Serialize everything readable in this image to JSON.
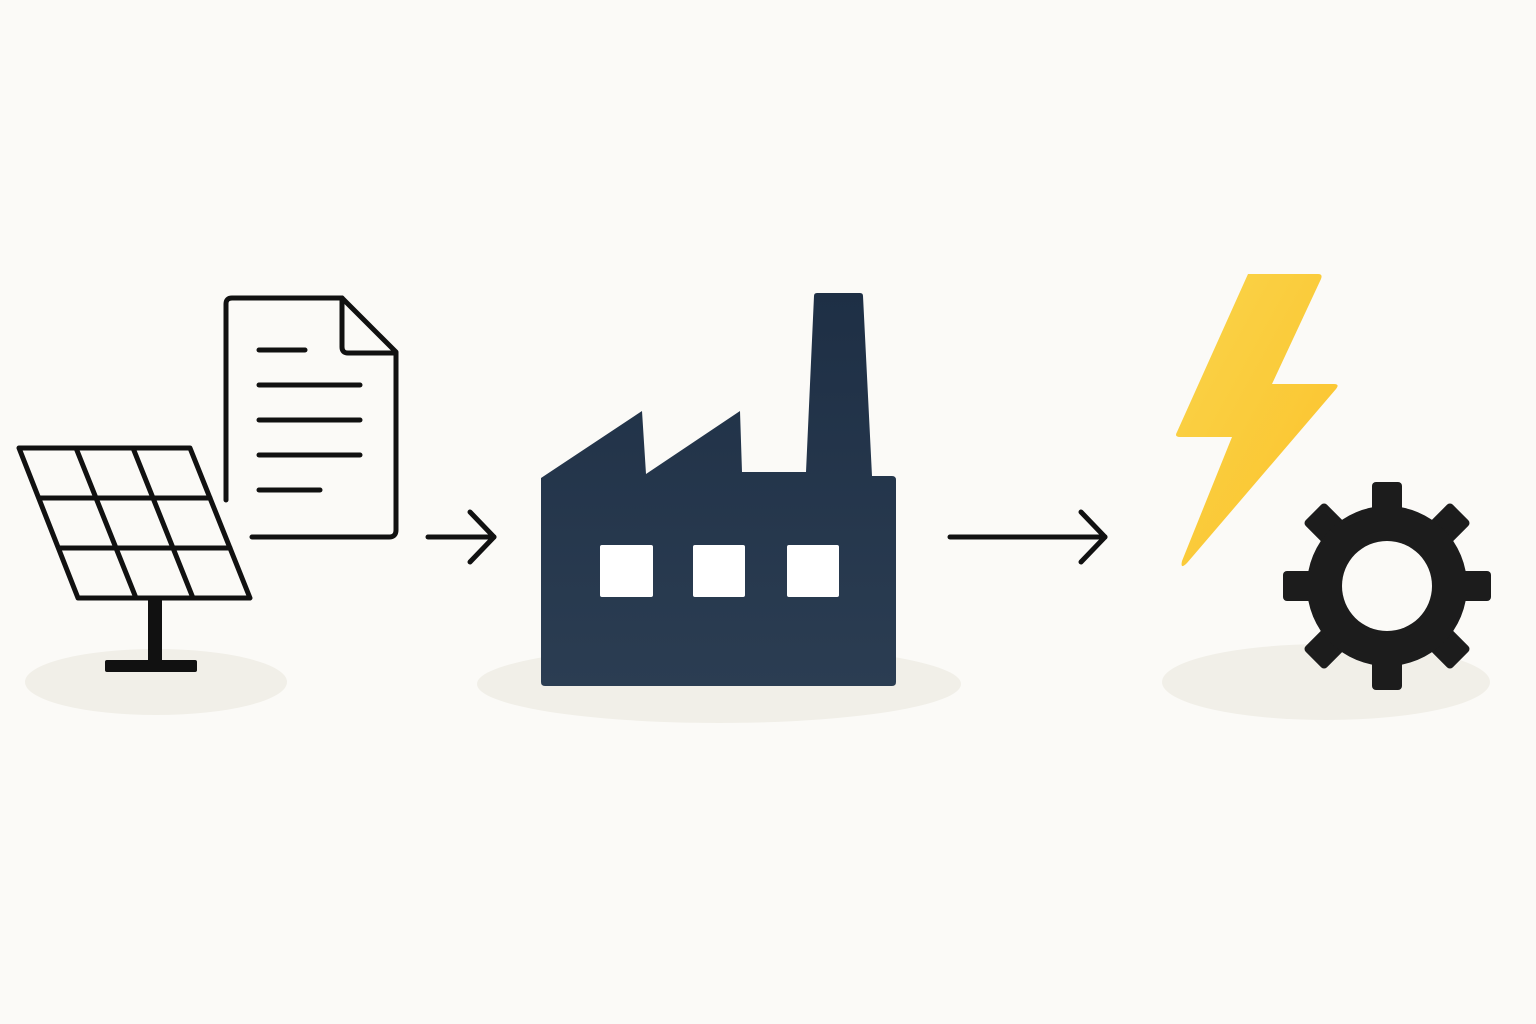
{
  "diagram": {
    "steps": [
      {
        "id": "input",
        "icons": [
          "solar-panel-icon",
          "document-icon"
        ]
      },
      {
        "id": "process",
        "icons": [
          "factory-icon"
        ]
      },
      {
        "id": "output",
        "icons": [
          "lightning-bolt-icon",
          "gear-icon"
        ]
      }
    ],
    "arrows": [
      {
        "from": "input",
        "to": "process",
        "icon": "arrow-right-icon"
      },
      {
        "from": "process",
        "to": "output",
        "icon": "arrow-right-icon"
      }
    ],
    "colors": {
      "background": "#fbfaf7",
      "shadow": "#f1efe8",
      "line": "#111111",
      "factory": "#2b3d52",
      "factory_top": "#1e2f45",
      "bolt": "#fcc22b",
      "bolt_light": "#f9d44a",
      "gear": "#1c1c1c",
      "window": "#ffffff"
    }
  }
}
